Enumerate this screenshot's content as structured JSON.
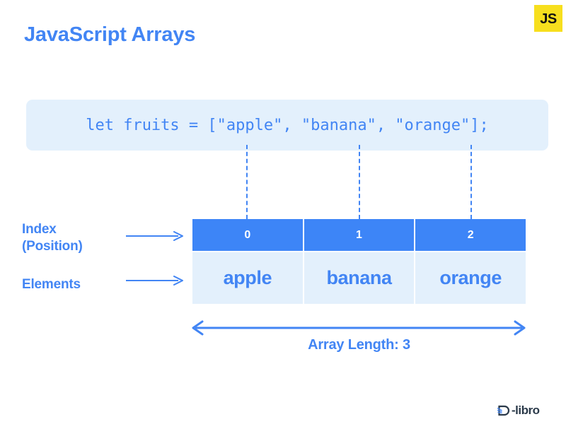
{
  "badge": {
    "label": "JS",
    "bg_color": "#F7DF1E",
    "text_color": "#111111"
  },
  "title": "JavaScript Arrays",
  "code": {
    "text": "let fruits = [\"apple\", \"banana\", \"orange\"];",
    "bg_color": "#E3F0FC",
    "text_color": "#4285F4"
  },
  "labels": {
    "index_line1": "Index",
    "index_line2": "(Position)",
    "elements": "Elements"
  },
  "array": {
    "indices": [
      "0",
      "1",
      "2"
    ],
    "elements": [
      "apple",
      "banana",
      "orange"
    ],
    "index_bg": "#3D85F7",
    "index_fg": "#FFFFFF",
    "element_bg": "#E3F0FC",
    "element_fg": "#4285F4"
  },
  "length": {
    "label": "Array Length: 3"
  },
  "footer": {
    "logo_text": "-libro"
  },
  "theme": {
    "accent": "#4285F4",
    "background": "#FFFFFF"
  },
  "chart_data": {
    "type": "table",
    "title": "JavaScript Arrays",
    "categories": [
      "0",
      "1",
      "2"
    ],
    "values": [
      "apple",
      "banana",
      "orange"
    ],
    "annotations": [
      "Index (Position)",
      "Elements",
      "Array Length: 3"
    ],
    "code": "let fruits = [\"apple\", \"banana\", \"orange\"];"
  }
}
